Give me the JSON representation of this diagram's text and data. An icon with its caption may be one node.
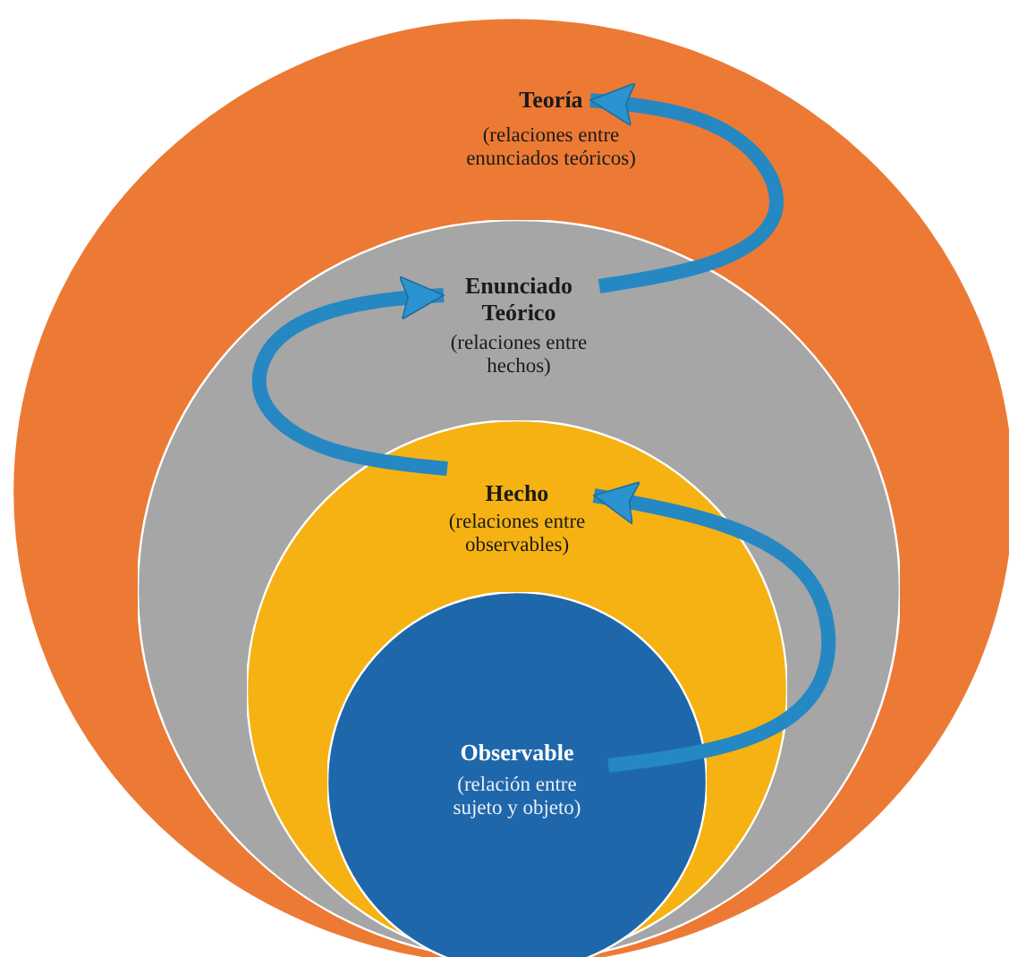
{
  "diagram": {
    "nodes": [
      {
        "text": [
          "Teoría",
          "(relaciones entre enunciados teóricos)"
        ]
      },
      {
        "text": [
          "Enunciado Teórico",
          "(relaciones entre hechos)"
        ],
        "in": 0
      },
      {
        "text": [
          "Hecho",
          "(relaciones entre observables)"
        ],
        "in": 1
      },
      {
        "text": [
          "Observable",
          "(relación entre sujeto y objeto)"
        ],
        "in": 2
      }
    ],
    "edges": [
      {
        "from": 3,
        "to": 2,
        "arrow": "to"
      },
      {
        "from": 2,
        "to": 1,
        "arrow": "to"
      },
      {
        "from": 1,
        "to": 0,
        "arrow": "to"
      }
    ]
  }
}
